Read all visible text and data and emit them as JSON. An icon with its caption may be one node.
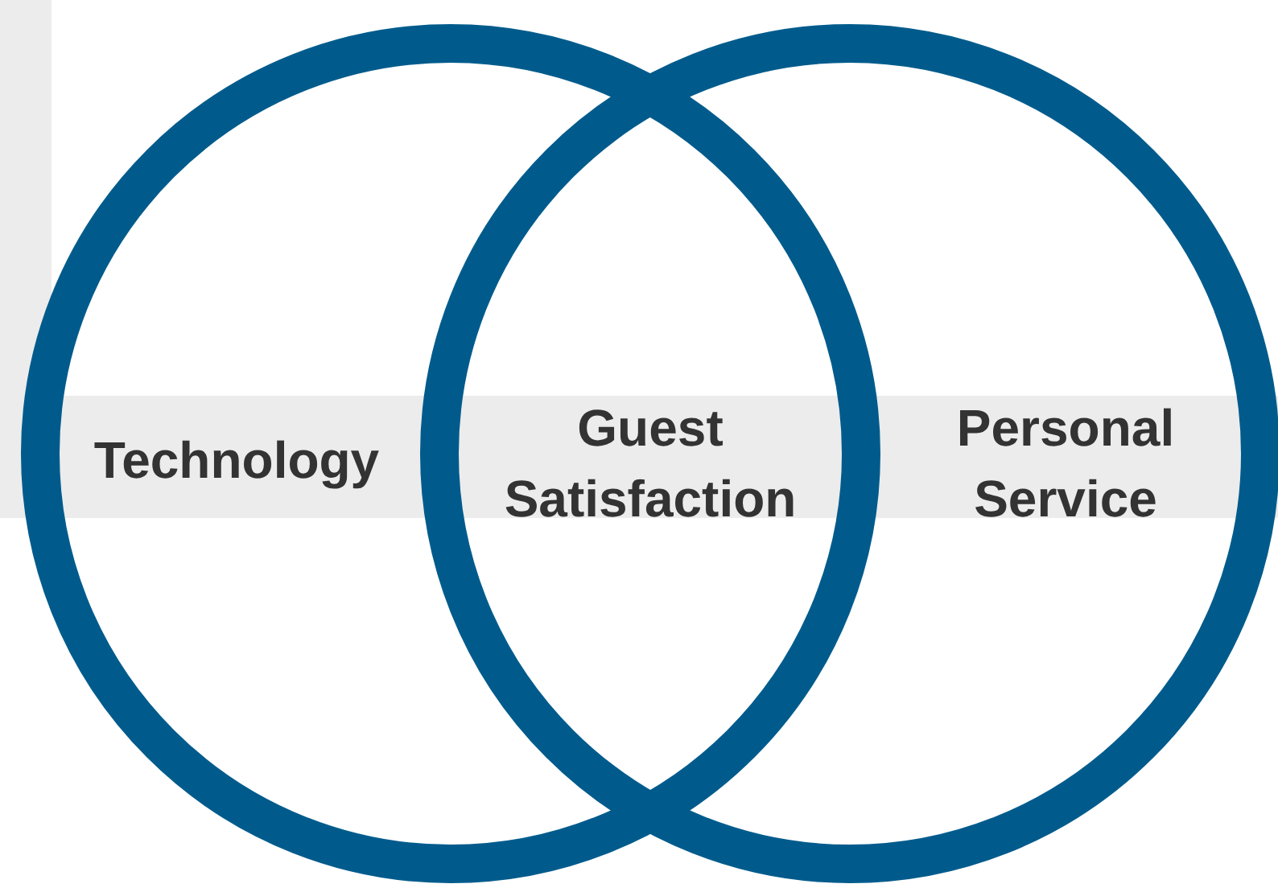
{
  "diagram": {
    "nodes": [
      {
        "text": [
          "Technology"
        ]
      },
      {
        "text": [
          "Personal Service"
        ]
      },
      {
        "text": [
          "Guest Satisfaction"
        ]
      }
    ]
  }
}
